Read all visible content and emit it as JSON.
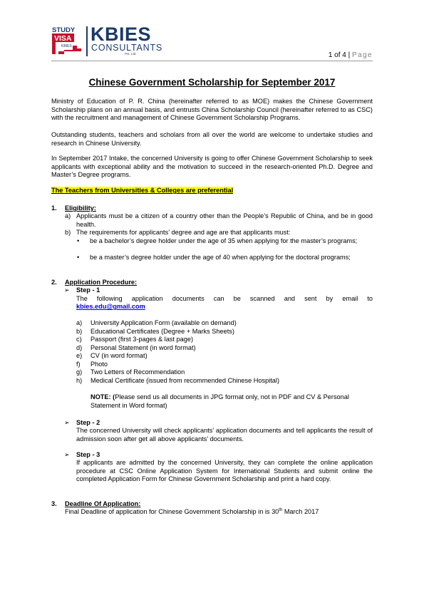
{
  "header": {
    "logo_left_line1": "STUDY",
    "logo_left_line2": "VISA",
    "logo_left_line3": "KBIES",
    "logo_brand": "KBIES",
    "logo_sub": "CONSULTANTS",
    "logo_pvt": "Pvt. Ltd.",
    "page_current": "1 of 4",
    "page_sep": "|",
    "page_word": "Page"
  },
  "title": "Chinese Government Scholarship for September 2017",
  "paragraphs": [
    "Ministry of Education of P. R. China (hereinafter referred to as MOE) makes the Chinese Government Scholarship plans on an annual basis, and entrusts China Scholarship Council (hereinafter referred to as CSC) with the recruitment and management of Chinese Government Scholarship Programs.",
    "Outstanding students, teachers and scholars from all over the world are welcome to undertake studies and research in Chinese University.",
    "In September 2017 Intake, the concerned University is going to offer Chinese Government Scholarship to seek applicants with exceptional ability and the motivation to succeed in the research-oriented Ph.D. Degree and Master’s Degree programs."
  ],
  "highlight": "The Teachers from Universities & Colleges are preferential",
  "eligibility": {
    "number": "1.",
    "heading": "Eligibility:",
    "items": [
      {
        "letter": "a)",
        "text": "Applicants must be a citizen of a country other than the People’s Republic of China, and be in good health."
      },
      {
        "letter": "b)",
        "text": "The requirements for applicants’ degree and age are that applicants must:"
      }
    ],
    "bullets": [
      "be a bachelor’s degree holder under the age of 35 when applying for the master’s programs;",
      "be a master’s degree holder under the age of 40 when applying for the doctoral programs;"
    ]
  },
  "procedure": {
    "number": "2.",
    "heading": "Application Procedure:",
    "step1": {
      "label": "Step - 1",
      "text": "The following application documents can be scanned and sent by email to",
      "email": "kbies.edu@gmail.com",
      "documents": [
        {
          "letter": "a)",
          "text": "University Application Form (available on demand)"
        },
        {
          "letter": "b)",
          "text": "Educational Certificates (Degree + Marks Sheets)"
        },
        {
          "letter": "c)",
          "text": "Passport (first 3-pages & last page)"
        },
        {
          "letter": "d)",
          "text": "Personal Statement (in word format)"
        },
        {
          "letter": "e)",
          "text": "CV (in word format)"
        },
        {
          "letter": "f)",
          "text": "Photo"
        },
        {
          "letter": "g)",
          "text": "Two Letters of Recommendation"
        },
        {
          "letter": "h)",
          "text": "Medical Certificate (issued from recommended Chinese Hospital)"
        }
      ],
      "note_label": "NOTE: (",
      "note_text": "Please send us all documents in JPG format only, not in PDF and CV & Personal Statement in Word format)"
    },
    "step2": {
      "label": "Step - 2",
      "text": "The concerned University will check applicants’ application documents and tell applicants the result of admission soon after get all above applicants’ documents."
    },
    "step3": {
      "label": "Step - 3",
      "text": "If applicants are admitted by the concerned University, they can complete the online application procedure at CSC Online Application System for International Students and submit online the completed Application Form for Chinese Government Scholarship and print a hard copy."
    }
  },
  "deadline": {
    "number": "3.",
    "heading": "Deadline Of Application:",
    "text_before": "Final Deadline of application for Chinese Government Scholarship in is 30",
    "text_sup": "th",
    "text_after": " March 2017"
  },
  "colors": {
    "brand": "#1b3a6b",
    "accent_red": "#c8102e",
    "highlight": "#ffff00",
    "link": "#0000ee"
  }
}
